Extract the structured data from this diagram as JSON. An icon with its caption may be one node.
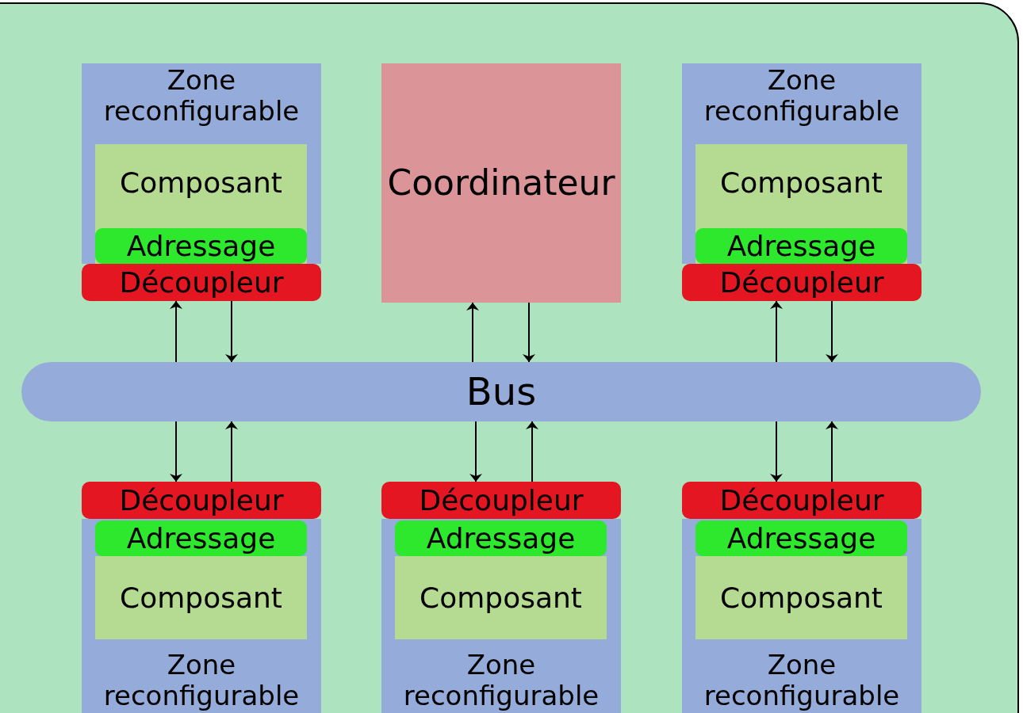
{
  "diagram": {
    "nodes": [
      {
        "text": [
          "Zone reconfigurable"
        ]
      },
      {
        "text": [
          "Composant"
        ],
        "in": 0
      },
      {
        "text": [
          "Adressage"
        ],
        "in": 1
      },
      {
        "text": [
          "Découpleur"
        ]
      },
      {
        "text": [
          "Coordinateur"
        ]
      },
      {
        "text": [
          "Zone reconfigurable"
        ]
      },
      {
        "text": [
          "Composant"
        ],
        "in": 5
      },
      {
        "text": [
          "Adressage"
        ],
        "in": 6
      },
      {
        "text": [
          "Découpleur"
        ]
      },
      {
        "text": [
          "Bus"
        ]
      },
      {
        "text": [
          "Découpleur"
        ]
      },
      {
        "text": [
          "Zone reconfigurable"
        ]
      },
      {
        "text": [
          "Adressage"
        ],
        "in": 11
      },
      {
        "text": [
          "Composant"
        ],
        "in": 11
      },
      {
        "text": [
          "Découpleur"
        ]
      },
      {
        "text": [
          "Zone reconfigurable"
        ]
      },
      {
        "text": [
          "Adressage"
        ],
        "in": 15
      },
      {
        "text": [
          "Composant"
        ],
        "in": 15
      },
      {
        "text": [
          "Découpleur"
        ]
      },
      {
        "text": [
          "Zone reconfigurable"
        ]
      },
      {
        "text": [
          "Adressage"
        ],
        "in": 19
      },
      {
        "text": [
          "Composant"
        ],
        "in": 19
      }
    ],
    "edges": [
      {
        "from": 9,
        "to": 3,
        "arrow": "to"
      },
      {
        "from": 3,
        "to": 9,
        "arrow": "to"
      },
      {
        "from": 9,
        "to": 4,
        "arrow": "to"
      },
      {
        "from": 4,
        "to": 9,
        "arrow": "to"
      },
      {
        "from": 9,
        "to": 8,
        "arrow": "to"
      },
      {
        "from": 8,
        "to": 9,
        "arrow": "to"
      },
      {
        "from": 9,
        "to": 10,
        "arrow": "to"
      },
      {
        "from": 10,
        "to": 9,
        "arrow": "to"
      },
      {
        "from": 9,
        "to": 14,
        "arrow": "to"
      },
      {
        "from": 14,
        "to": 9,
        "arrow": "to"
      },
      {
        "from": 9,
        "to": 18,
        "arrow": "to"
      },
      {
        "from": 18,
        "to": 9,
        "arrow": "to"
      }
    ]
  }
}
